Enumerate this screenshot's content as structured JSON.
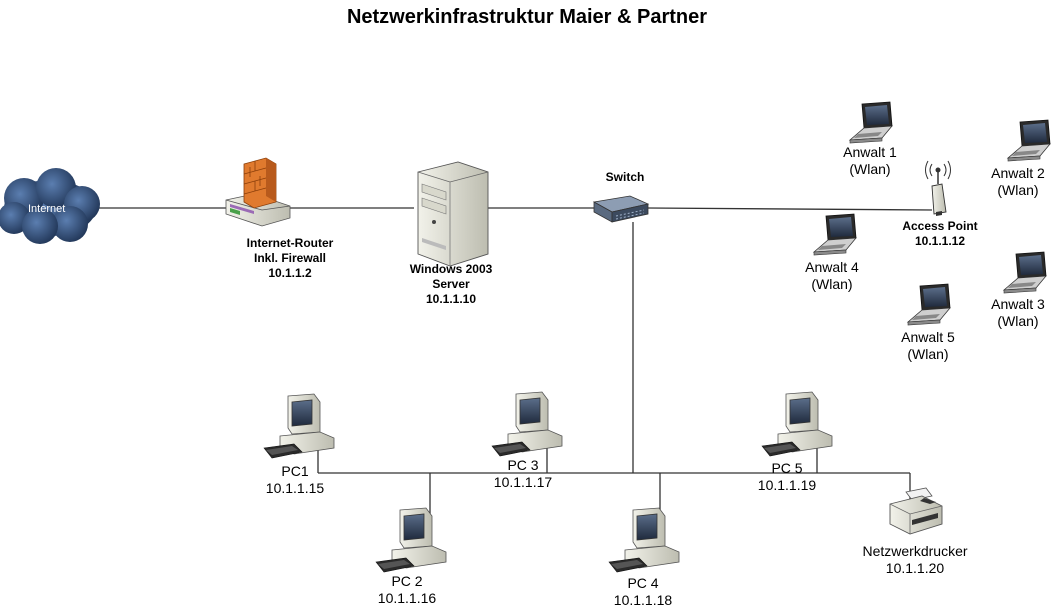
{
  "title": "Netzwerkinfrastruktur Maier & Partner",
  "nodes": {
    "internet": {
      "label": "Internet"
    },
    "router": {
      "line1": "Internet-Router",
      "line2": "Inkl. Firewall",
      "ip": "10.1.1.2"
    },
    "server": {
      "line1": "Windows 2003",
      "line2": "Server",
      "ip": "10.1.1.10"
    },
    "switch": {
      "label": "Switch"
    },
    "access_point": {
      "label": "Access Point",
      "ip": "10.1.1.12"
    },
    "anwalt1": {
      "name": "Anwalt 1",
      "conn": "(Wlan)"
    },
    "anwalt2": {
      "name": "Anwalt 2",
      "conn": "(Wlan)"
    },
    "anwalt3": {
      "name": "Anwalt 3",
      "conn": "(Wlan)"
    },
    "anwalt4": {
      "name": "Anwalt 4",
      "conn": "(Wlan)"
    },
    "anwalt5": {
      "name": "Anwalt 5",
      "conn": "(Wlan)"
    },
    "pc1": {
      "name": "PC1",
      "ip": "10.1.1.15"
    },
    "pc2": {
      "name": "PC 2",
      "ip": "10.1.1.16"
    },
    "pc3": {
      "name": "PC 3",
      "ip": "10.1.1.17"
    },
    "pc4": {
      "name": "PC 4",
      "ip": "10.1.1.18"
    },
    "pc5": {
      "name": "PC 5",
      "ip": "10.1.1.19"
    },
    "printer": {
      "name": "Netzwerkdrucker",
      "ip": "10.1.1.20"
    }
  },
  "colors": {
    "cloud": "#2b4a73",
    "firewall": "#e07a2e",
    "device_body": "#dcdcd0",
    "line": "#333333"
  }
}
